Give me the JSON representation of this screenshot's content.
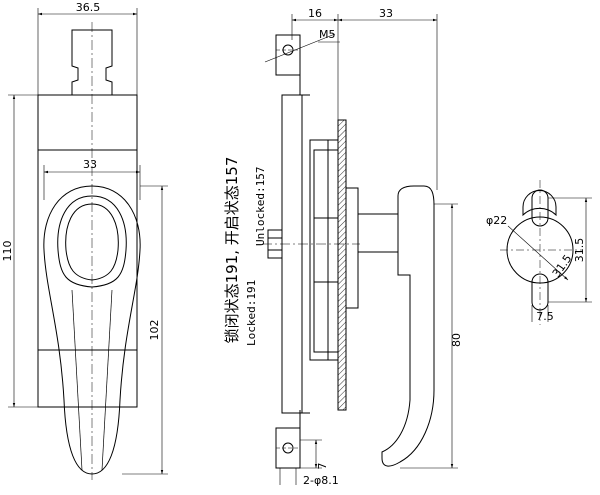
{
  "front_view": {
    "width_top": "36.5",
    "width_handle": "33",
    "height_total": "110",
    "height_handle": "102"
  },
  "side_view": {
    "width_left": "16",
    "width_right": "33",
    "thread": "M5",
    "hole_spacing": "2-φ8.1",
    "small_offset": "7",
    "height_handle": "80"
  },
  "state_labels": {
    "cn": "锁闭状态191, 开启状态157",
    "locked": "Locked:191",
    "unlocked": "Unlocked:157"
  },
  "cutout_view": {
    "diameter": "φ22",
    "height": "31.5",
    "slot_width": "7.5"
  }
}
